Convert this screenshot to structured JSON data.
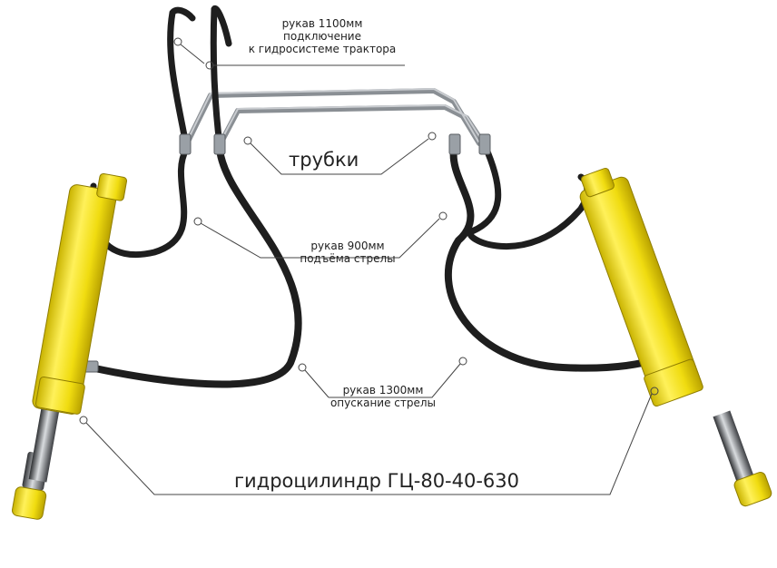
{
  "labels": {
    "hose_1100": {
      "line1": "рукав 1100мм",
      "line2": "подключение",
      "line3": "к гидросистеме трактора"
    },
    "tubes": "трубки",
    "hose_900": {
      "line1": "рукав 900мм",
      "line2": "подъёма стрелы"
    },
    "hose_1300": {
      "line1": "рукав 1300мм",
      "line2": "опускание стрелы"
    },
    "cylinder": "гидроцилиндр ГЦ-80-40-630"
  },
  "colors": {
    "cylinder_yellow": "#f2e01a",
    "hose_black": "#1e1e1e",
    "tube_steel": "#8a8f94",
    "rod_chrome": "#5d5f63",
    "leader_line": "#444444",
    "background": "#ffffff"
  }
}
